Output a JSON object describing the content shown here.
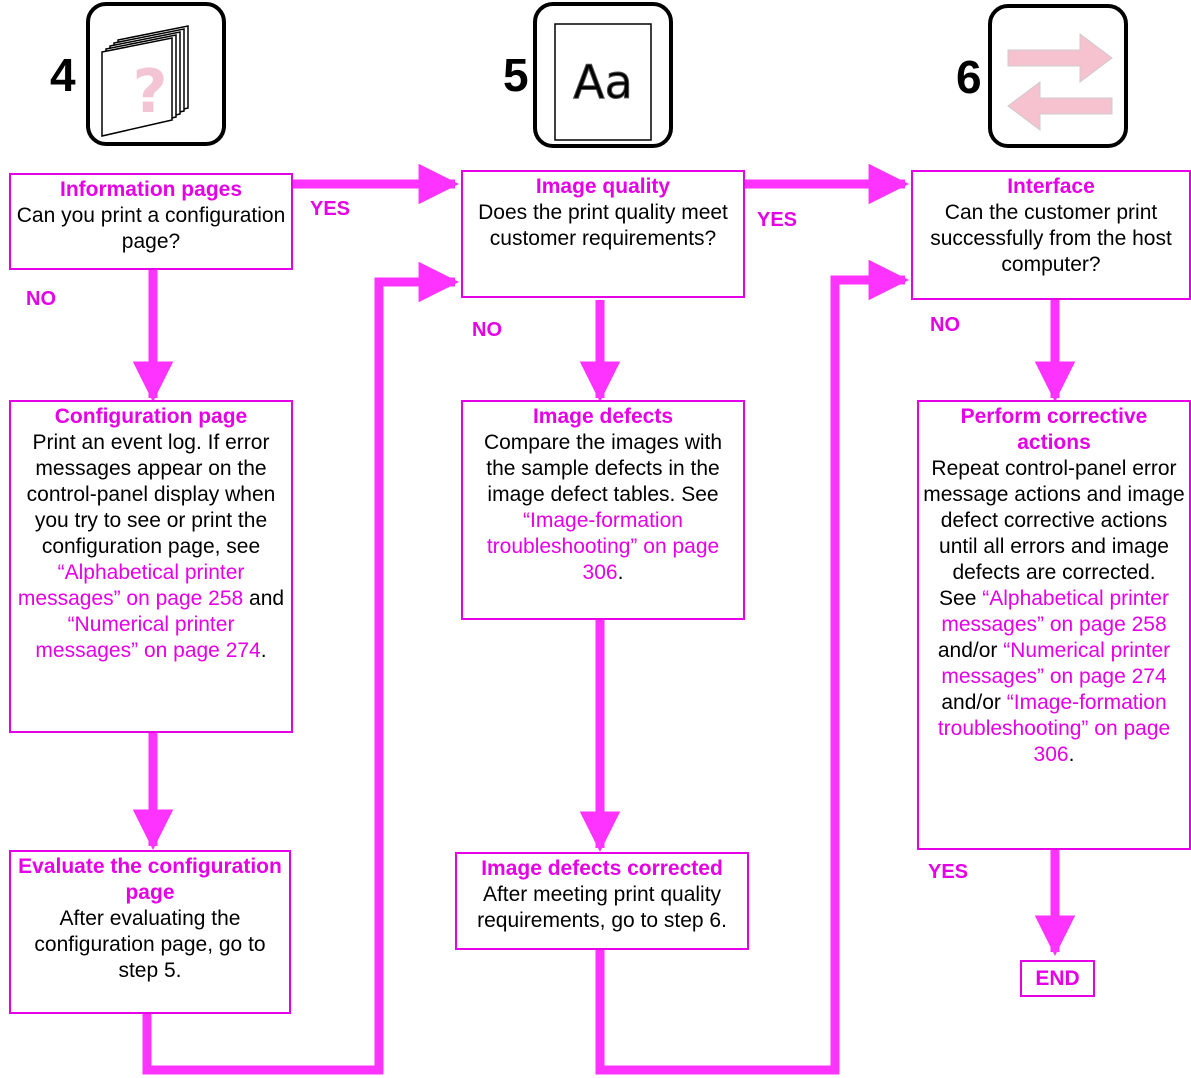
{
  "colors": {
    "accent": "#e600e6",
    "arrow": "#ff33ff"
  },
  "steps": [
    {
      "number": "4",
      "icon": "question-pages-icon"
    },
    {
      "number": "5",
      "icon": "font-sample-icon",
      "icon_text": "Aa"
    },
    {
      "number": "6",
      "icon": "interface-arrows-icon"
    }
  ],
  "boxes": {
    "info_pages": {
      "title": "Information pages",
      "text": "Can you print a configuration page?"
    },
    "config_page": {
      "title": "Configuration page",
      "text": "Print an event log. If error messages appear on the control-panel display when you try to see or print the configuration page, see ",
      "link1": "“Alphabetical printer messages” on page 258",
      "mid": " and ",
      "link2": "“Numerical printer messages” on page 274",
      "end": "."
    },
    "evaluate": {
      "title": "Evaluate the configuration page",
      "text": "After evaluating the configuration page, go to step 5."
    },
    "image_quality": {
      "title": "Image quality",
      "text": "Does the print quality meet customer requirements?"
    },
    "image_defects": {
      "title": "Image defects",
      "text": "Compare the images with the sample defects in the image defect tables. See ",
      "link": "“Image-formation troubleshooting” on page 306",
      "end": "."
    },
    "defects_corrected": {
      "title": "Image defects corrected",
      "text": "After meeting print quality requirements, go to step 6."
    },
    "interface": {
      "title": "Interface",
      "text": "Can the customer print successfully from the host computer?"
    },
    "corrective": {
      "title": "Perform corrective actions",
      "text": "Repeat control-panel error message actions and image defect corrective actions until all errors and image defects are corrected.",
      "see": "See ",
      "link1": "“Alphabetical printer messages” on page 258",
      "andor1": " and/or ",
      "link2": "“Numerical printer messages” on page 274",
      "andor2": " and/or ",
      "link3": "“Image-formation troubleshooting” on page 306",
      "end": "."
    }
  },
  "labels": {
    "yes": "YES",
    "no": "NO",
    "end": "END"
  }
}
